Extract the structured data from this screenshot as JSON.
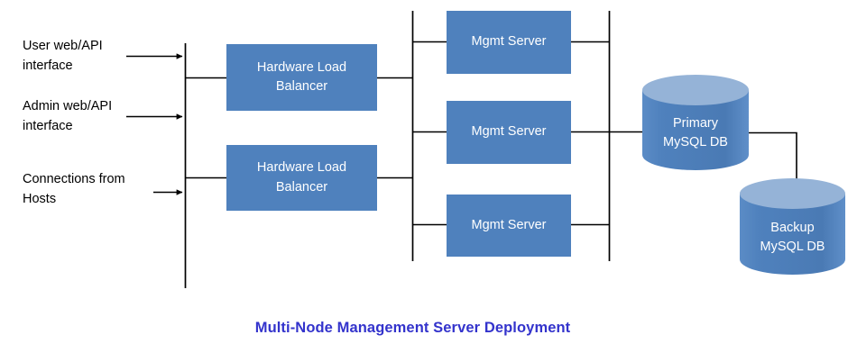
{
  "title": "Multi-Node Management Server Deployment",
  "colors": {
    "box_fill": "#4f81bd",
    "cylinder_body": "#4f81bd",
    "cylinder_top": "#95b3d7",
    "line": "#000000",
    "title_text": "#3333cc",
    "node_text": "#ffffff",
    "label_text": "#000000",
    "background": "#ffffff"
  },
  "inputs": [
    {
      "id": "user-interface",
      "label": "User web/API\ninterface",
      "arrow": "arrow-right"
    },
    {
      "id": "admin-interface",
      "label": "Admin web/API\ninterface",
      "arrow": "arrow-right"
    },
    {
      "id": "host-connections",
      "label": "Connections from\nHosts",
      "arrow": "arrow-right"
    }
  ],
  "load_balancers": [
    {
      "id": "hardware-load-balancer-1",
      "label": "Hardware Load\nBalancer"
    },
    {
      "id": "hardware-load-balancer-2",
      "label": "Hardware Load\nBalancer"
    }
  ],
  "mgmt_servers": [
    {
      "id": "mgmt-server-1",
      "label": "Mgmt Server"
    },
    {
      "id": "mgmt-server-2",
      "label": "Mgmt Server"
    },
    {
      "id": "mgmt-server-3",
      "label": "Mgmt Server"
    }
  ],
  "databases": [
    {
      "id": "primary-mysql-db",
      "label": "Primary\nMySQL DB"
    },
    {
      "id": "backup-mysql-db",
      "label": "Backup\nMySQL DB"
    }
  ]
}
